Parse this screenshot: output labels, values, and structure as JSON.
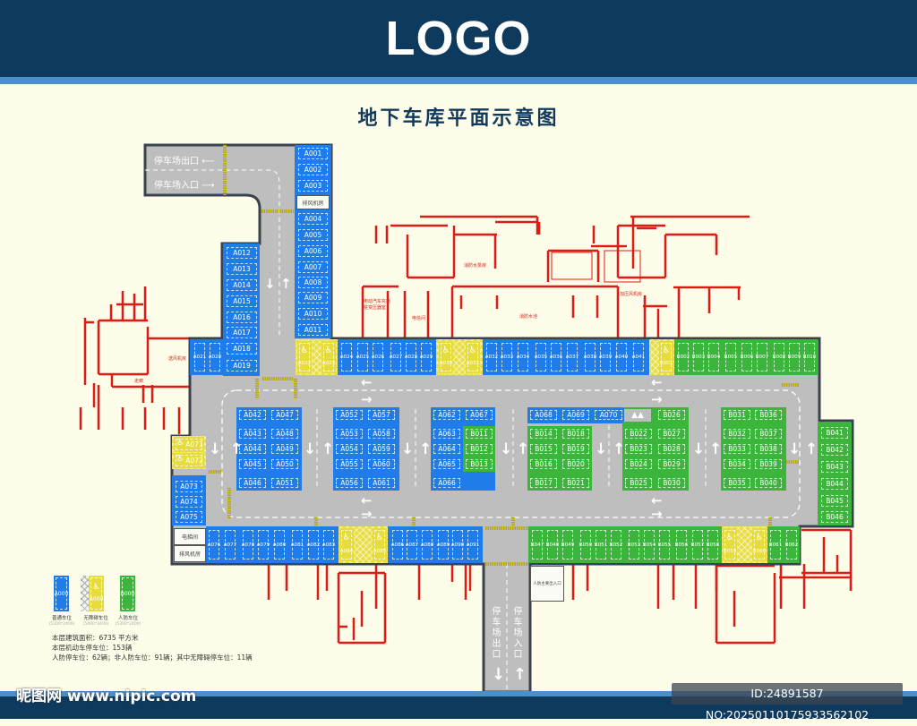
{
  "header": {
    "logo": "LOGO",
    "title": "地下车库平面示意图"
  },
  "colors": {
    "regular": "#1f7ce8",
    "accessible": "#e6dc3c",
    "civil_defense": "#3cb53c",
    "road": "#bebebe",
    "wall": "#3a434d",
    "plan": "#e01b14",
    "header": "#0e3a5e"
  },
  "road_labels": {
    "top_exit": "停车场出口",
    "top_entrance": "停车场入口",
    "bottom_exit": "停车场出口",
    "bottom_entrance": "停车场入口"
  },
  "rooms": {
    "exhaust_top": "排风机房",
    "elevator_bottom": "电梯间",
    "exhaust_bottom": "排风机房",
    "civil_entry": "人防主要出入口"
  },
  "plan_labels": {
    "pump_room": "消防水泵房",
    "fire_pool": "消防水池",
    "ev_transformer": "电动汽车充电桩变压器室",
    "pressure_fan": "加压风机房",
    "telecom": "电信间",
    "supply_fan": "送风机房",
    "corridor": "走廊"
  },
  "accessible_slots": [
    "A022",
    "A023",
    "A030",
    "A031",
    "B001",
    "A071",
    "A072",
    "A084",
    "A085",
    "B059",
    "B060"
  ],
  "slots": {
    "column_a_right": [
      "A001",
      "A002",
      "A003",
      "A004",
      "A005",
      "A006",
      "A007",
      "A008",
      "A009",
      "A010",
      "A011"
    ],
    "column_a_left": [
      "A012",
      "A013",
      "A014",
      "A015",
      "A016",
      "A017",
      "A018",
      "A019"
    ],
    "top_row": [
      "A021",
      "A020",
      "A022",
      "A023",
      "A024",
      "A025",
      "A026",
      "A027",
      "A028",
      "A029",
      "A030",
      "A031",
      "A032",
      "A033",
      "A034",
      "A035",
      "A036",
      "A037",
      "A038",
      "A039",
      "A040",
      "A041",
      "B001",
      "B002",
      "B003",
      "B004",
      "B005",
      "B006",
      "B007",
      "B008",
      "B009",
      "B010"
    ],
    "island_1": [
      "A042",
      "A047",
      "A043",
      "A048",
      "A044",
      "A049",
      "A045",
      "A050",
      "A046",
      "A051"
    ],
    "island_2": [
      "A052",
      "A057",
      "A053",
      "A058",
      "A054",
      "A059",
      "A055",
      "A060",
      "A056",
      "A061"
    ],
    "island_3": [
      "A062",
      "A067",
      "A063",
      "B011",
      "A064",
      "B012",
      "A065",
      "B013",
      "A066"
    ],
    "island_4": [
      "A068",
      "A069",
      "A070",
      "B014",
      "B018",
      "B015",
      "B019",
      "B016",
      "B020",
      "B017",
      "B021"
    ],
    "island_5": [
      "B026",
      "B022",
      "B027",
      "B023",
      "B028",
      "B024",
      "B029",
      "B025",
      "B030"
    ],
    "island_6": [
      "B031",
      "B036",
      "B032",
      "B037",
      "B033",
      "B038",
      "B034",
      "B039",
      "B035",
      "B040"
    ],
    "left_column": [
      "A071",
      "A072",
      "A073",
      "A074",
      "A075"
    ],
    "right_column": [
      "B041",
      "B042",
      "B043",
      "B044",
      "B045",
      "B046"
    ],
    "bottom_row": [
      "A076",
      "A077",
      "A078",
      "A079",
      "A080",
      "A081",
      "A082",
      "A083",
      "A084",
      "A085",
      "A086",
      "A087",
      "A088",
      "A089",
      "A090",
      "A091",
      "B047",
      "B048",
      "B049",
      "B050",
      "B051",
      "B052",
      "B053",
      "B054",
      "B055",
      "B056",
      "B057",
      "B058",
      "B059",
      "B060",
      "B061",
      "B062"
    ]
  },
  "legend": {
    "items": [
      {
        "sample": "A000",
        "label": "普通车位",
        "size": "(5300*2400)",
        "type": "regular"
      },
      {
        "sample": "A000",
        "label": "无障碍车位",
        "size": "(5400*3400)",
        "type": "accessible"
      },
      {
        "sample": "B000",
        "label": "人防车位",
        "size": "(5300*2400)",
        "type": "civil_defense"
      }
    ],
    "stats": [
      "本层建筑面积：6735 平方米",
      "本层机动车停车位：153辆",
      "人防停车位：62辆；非人防车位：91辆；其中无障碍停车位：11辆"
    ]
  },
  "footer": {
    "watermark": "昵图网 www.nipic.com",
    "id_text": "ID:24891587 NO:20250110175933562102"
  }
}
